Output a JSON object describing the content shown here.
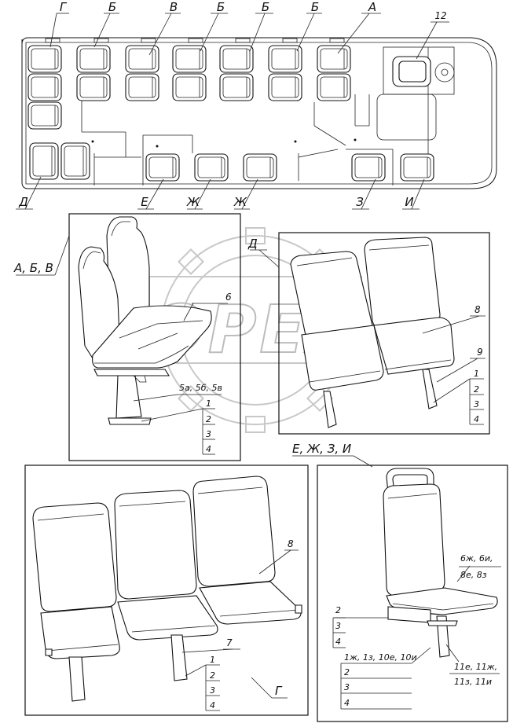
{
  "plan_labels": {
    "g": "Г",
    "b1": "Б",
    "v": "В",
    "b2": "Б",
    "b3": "Б",
    "b4": "Б",
    "a": "А",
    "n12": "12",
    "d": "Д",
    "e": "Е",
    "zh1": "Ж",
    "zh2": "Ж",
    "z": "З",
    "i": "И"
  },
  "view_abv": {
    "title": "А, Б, В",
    "part6": "6",
    "part5": "5а, 5б, 5в",
    "items": [
      "1",
      "2",
      "3",
      "4"
    ]
  },
  "view_d": {
    "title": "Д",
    "part8": "8",
    "part9": "9",
    "items": [
      "1",
      "2",
      "3",
      "4"
    ]
  },
  "view_g": {
    "title": "Г",
    "part8": "8",
    "part7": "7",
    "items": [
      "1",
      "2",
      "3",
      "4"
    ]
  },
  "view_ezhzi": {
    "title": "Е, Ж, З, И",
    "cushion_parts": [
      "6ж, 6и,",
      "8е, 8з"
    ],
    "bracket_items": [
      "2",
      "3",
      "4"
    ],
    "leg_parts": [
      "11е, 11ж,",
      "11з, 11и"
    ],
    "table_items": [
      "1ж, 1з, 10е, 10и",
      "2",
      "3",
      "4"
    ]
  },
  "watermark": "OPEX"
}
